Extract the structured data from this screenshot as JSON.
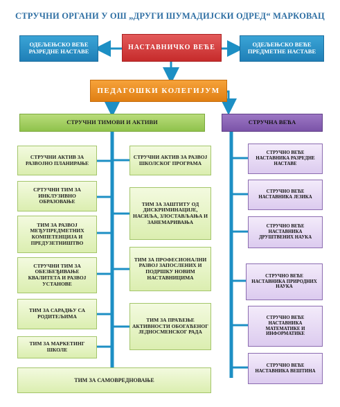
{
  "title": "СТРУЧНИ ОРГАНИ У ОШ „ДРУГИ ШУМАДИЈСКИ ОДРЕД“ МАРКОВАЦ",
  "top": {
    "left": "ОДЕЉЕЊСКО ВЕЋЕ РАЗРЕДНЕ НАСТАВЕ",
    "center": "НАСТАВНИЧКО ВЕЋЕ",
    "right": "ОДЕЉЕЊСКО ВЕЋЕ ПРЕДМЕТНЕ НАСТАВЕ"
  },
  "collegium": "ПЕДАГОШКИ КОЛЕГИЈУМ",
  "teams_header": "СТРУЧНИ ТИМОВИ И АКТИВИ",
  "councils_header": "СТРУЧНА ВЕЋА",
  "left_column": [
    "СТРУЧНИ АКТИВ ЗА РАЗВОЈНО ПЛАНИРАЊЕ",
    "СРТУЧНИ ТИМ ЗА ИНКЛУЗИВНО ОБРАЗОВАЊЕ",
    "ТИМ ЗА РАЗВОЈ МЕЂУПРЕДМЕТНИХ КОМПЕТЕНЦИЈА И ПРЕДУЗЕТНИШТВО",
    "СТРУЧНИ ТИМ ЗА ОБЕЗБЕЂИВАЊЕ КВАЛИТЕТА И РАЗВОЈ УСТАНОВЕ",
    "ТИМ ЗА САРАДЊУ СА РОДИТЕЉИМА",
    "ТИМ ЗА МАРКЕТИНГ ШКОЛЕ"
  ],
  "middle_column": [
    "СТРУЧНИ АКТИВ ЗА РАЗВОЈ ШКОЛСКОГ ПРОГРАМА",
    "ТИМ ЗА ЗАШТИТУ ОД ДИСКРИМИНАЦИЈЕ, НАСИЉА, ЗЛОСТАВЉАЊА И ЗАНЕМАРИВАЊА",
    "ТИМ ЗА ПРОФЕСИОНАЛНИ РАЗВОЈ ЗАПОСЛЕНИХ И ПОДРШКУ НОВИМ НАСТАВНИЦИМА",
    "ТИМ ЗА ПРАЋЕЊЕ АКТИВНОСТИ ОБОГАЋЕНОГ ЈЕДНОСМЕНСКОГ РАДА"
  ],
  "bottom": "ТИМ ЗА САМОВРЕДНОВАЊЕ",
  "councils": [
    "СТРУЧНО ВЕЋЕ НАСТАВНИКА РАЗРЕДНЕ НАСТАВЕ",
    "СТРУЧНО ВЕЋЕ НАСТАВНИКА ЈЕЗИКА",
    "СТРУЧНО ВЕЋЕ НАСТАВНИКА ДРУШТВЕНИХ НАУКА",
    "СТРУЧНО ВЕЋЕ НАСТАВНИКА ПРИРОДНИХ НАУКА",
    "СТРУЧНО ВЕЋЕ НАСТАВНИКА МАТЕМАТИКЕ И ИНФОРМАТИКЕ",
    "СТРУЧНО ВЕЋЕ НАСТАВНИКА ВЕШТИНА"
  ],
  "colors": {
    "blue": "#1f7fb7",
    "red": "#c62b2b",
    "orange": "#e07f13",
    "green": "#8fc24c",
    "purple": "#7b54a8",
    "connector": "#1d8fc4"
  }
}
